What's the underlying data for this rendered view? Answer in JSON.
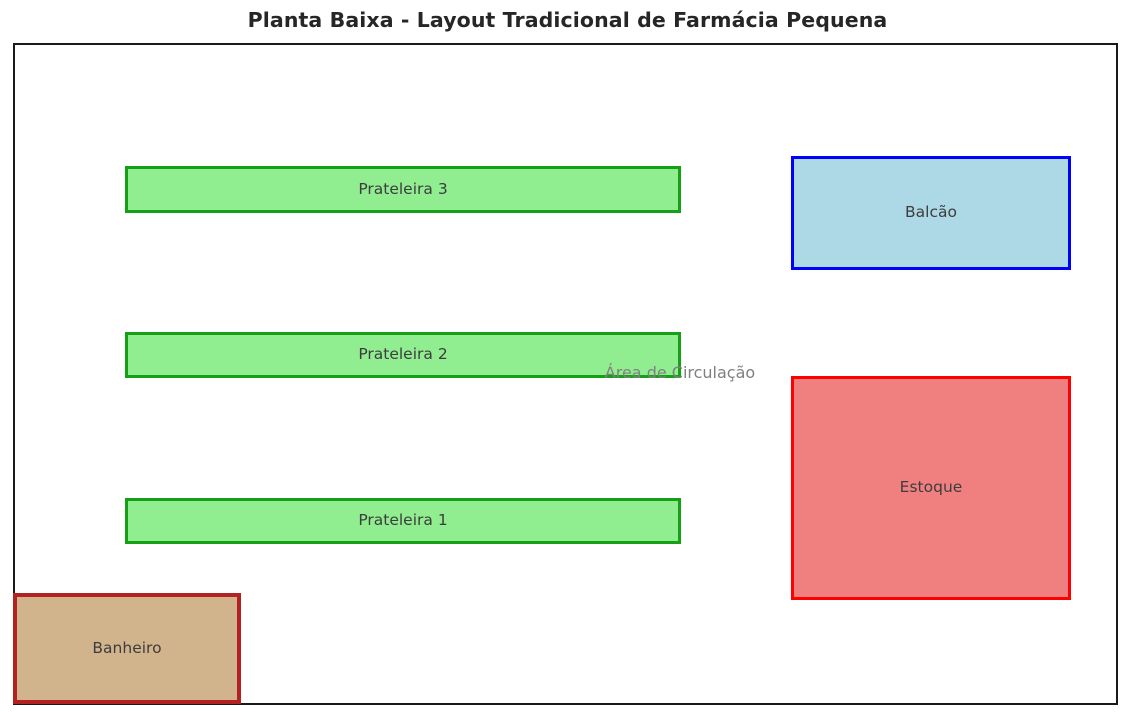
{
  "page": {
    "title": "Planta Baixa - Layout Tradicional de Farmácia Pequena",
    "background_color": "#ffffff",
    "outline_color": "#1a1a1a"
  },
  "floor_plan": {
    "annotation": {
      "label": "Área de Circulação",
      "color": "#808080"
    },
    "rooms": [
      {
        "id": "shelf-3",
        "label": "Prateleira 3",
        "fill": "#90ee90",
        "stroke": "#16a016"
      },
      {
        "id": "shelf-2",
        "label": "Prateleira 2",
        "fill": "#90ee90",
        "stroke": "#16a016"
      },
      {
        "id": "shelf-1",
        "label": "Prateleira 1",
        "fill": "#90ee90",
        "stroke": "#16a016"
      },
      {
        "id": "counter",
        "label": "Balcão",
        "fill": "#add8e6",
        "stroke": "#0000ff"
      },
      {
        "id": "stockroom",
        "label": "Estoque",
        "fill": "#f08080",
        "stroke": "#ff0000"
      },
      {
        "id": "restroom",
        "label": "Banheiro",
        "fill": "#d2b48c",
        "stroke": "#b22222"
      }
    ]
  }
}
